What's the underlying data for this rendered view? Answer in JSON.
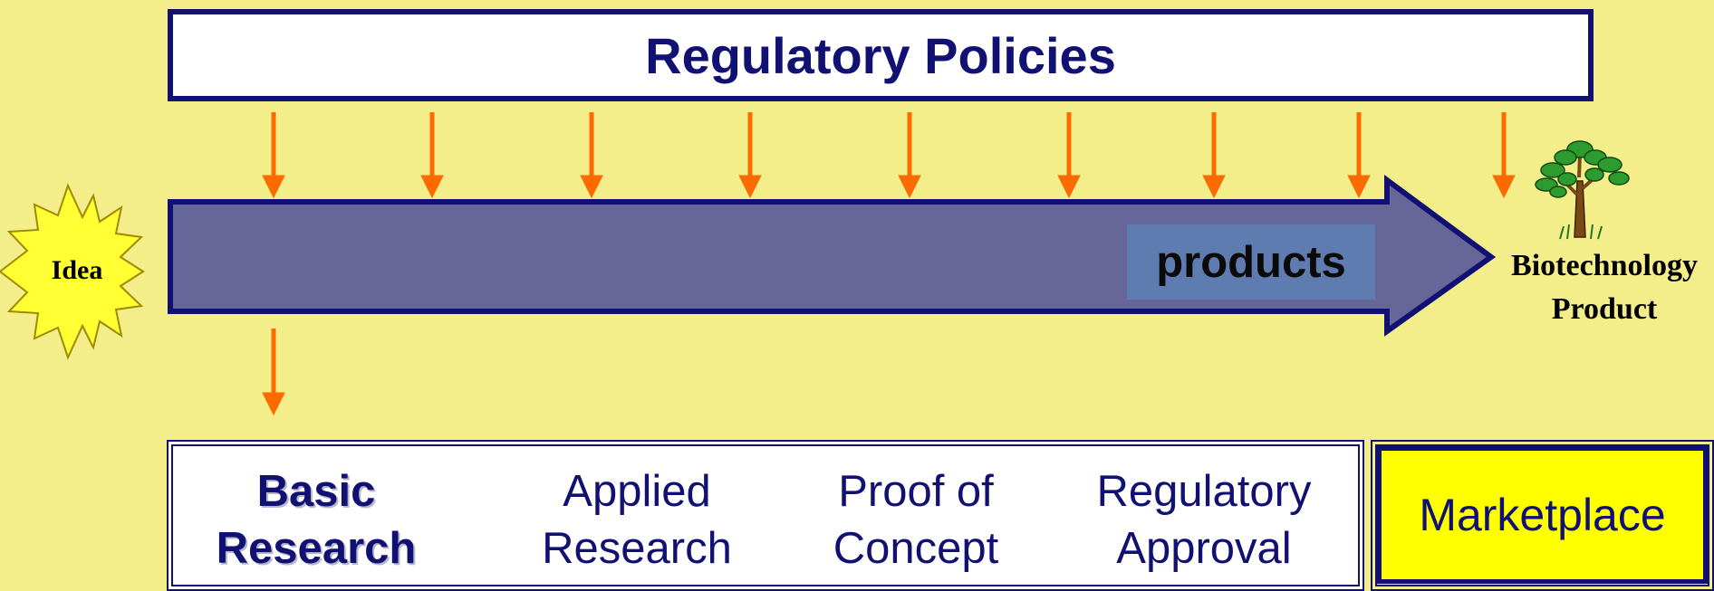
{
  "header": {
    "title": "Regulatory Policies"
  },
  "flow": {
    "arrow_label": "products"
  },
  "start": {
    "label": "Idea"
  },
  "end": {
    "label_line1": "Biotechnology",
    "label_line2": "Product"
  },
  "stages": [
    {
      "line1": "Basic",
      "line2": "Research"
    },
    {
      "line1": "Applied",
      "line2": "Research"
    },
    {
      "line1": "Proof of",
      "line2": "Concept"
    },
    {
      "line1": "Regulatory",
      "line2": "Approval"
    }
  ],
  "marketplace": {
    "label": "Marketplace"
  },
  "colors": {
    "background": "#f4ee8a",
    "navy": "#111173",
    "arrow_fill": "#666699",
    "policy_arrows": "#ff6a00",
    "marketplace_fill": "#ffff00",
    "idea_burst": "#ffff33"
  },
  "icons": [
    "idea-burst-icon",
    "tree-icon",
    "policy-arrow-icon",
    "stage-arrow-icon"
  ]
}
